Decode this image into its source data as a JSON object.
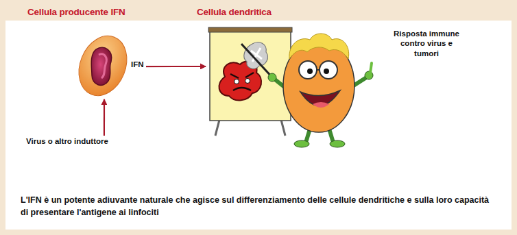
{
  "diagram": {
    "caption": "L'IFN è un potente adiuvante naturale che agisce sul differenziamento delle cellule dendritiche e sulla loro capacità di presentare l'antigene ai linfociti",
    "nodes": [
      {
        "text": [
          "Cellula producente IFN"
        ]
      },
      {
        "text": [
          "Cellula dendritica"
        ]
      },
      {
        "text": [
          "Virus o altro induttore"
        ]
      }
    ],
    "edges": [
      {
        "from": 2,
        "to": 0,
        "arrow": "to"
      },
      {
        "from": 0,
        "to": 1,
        "label": "IFN",
        "arrow": "to"
      }
    ],
    "labels": [
      "Risposta immune contro virus e tumori"
    ]
  }
}
